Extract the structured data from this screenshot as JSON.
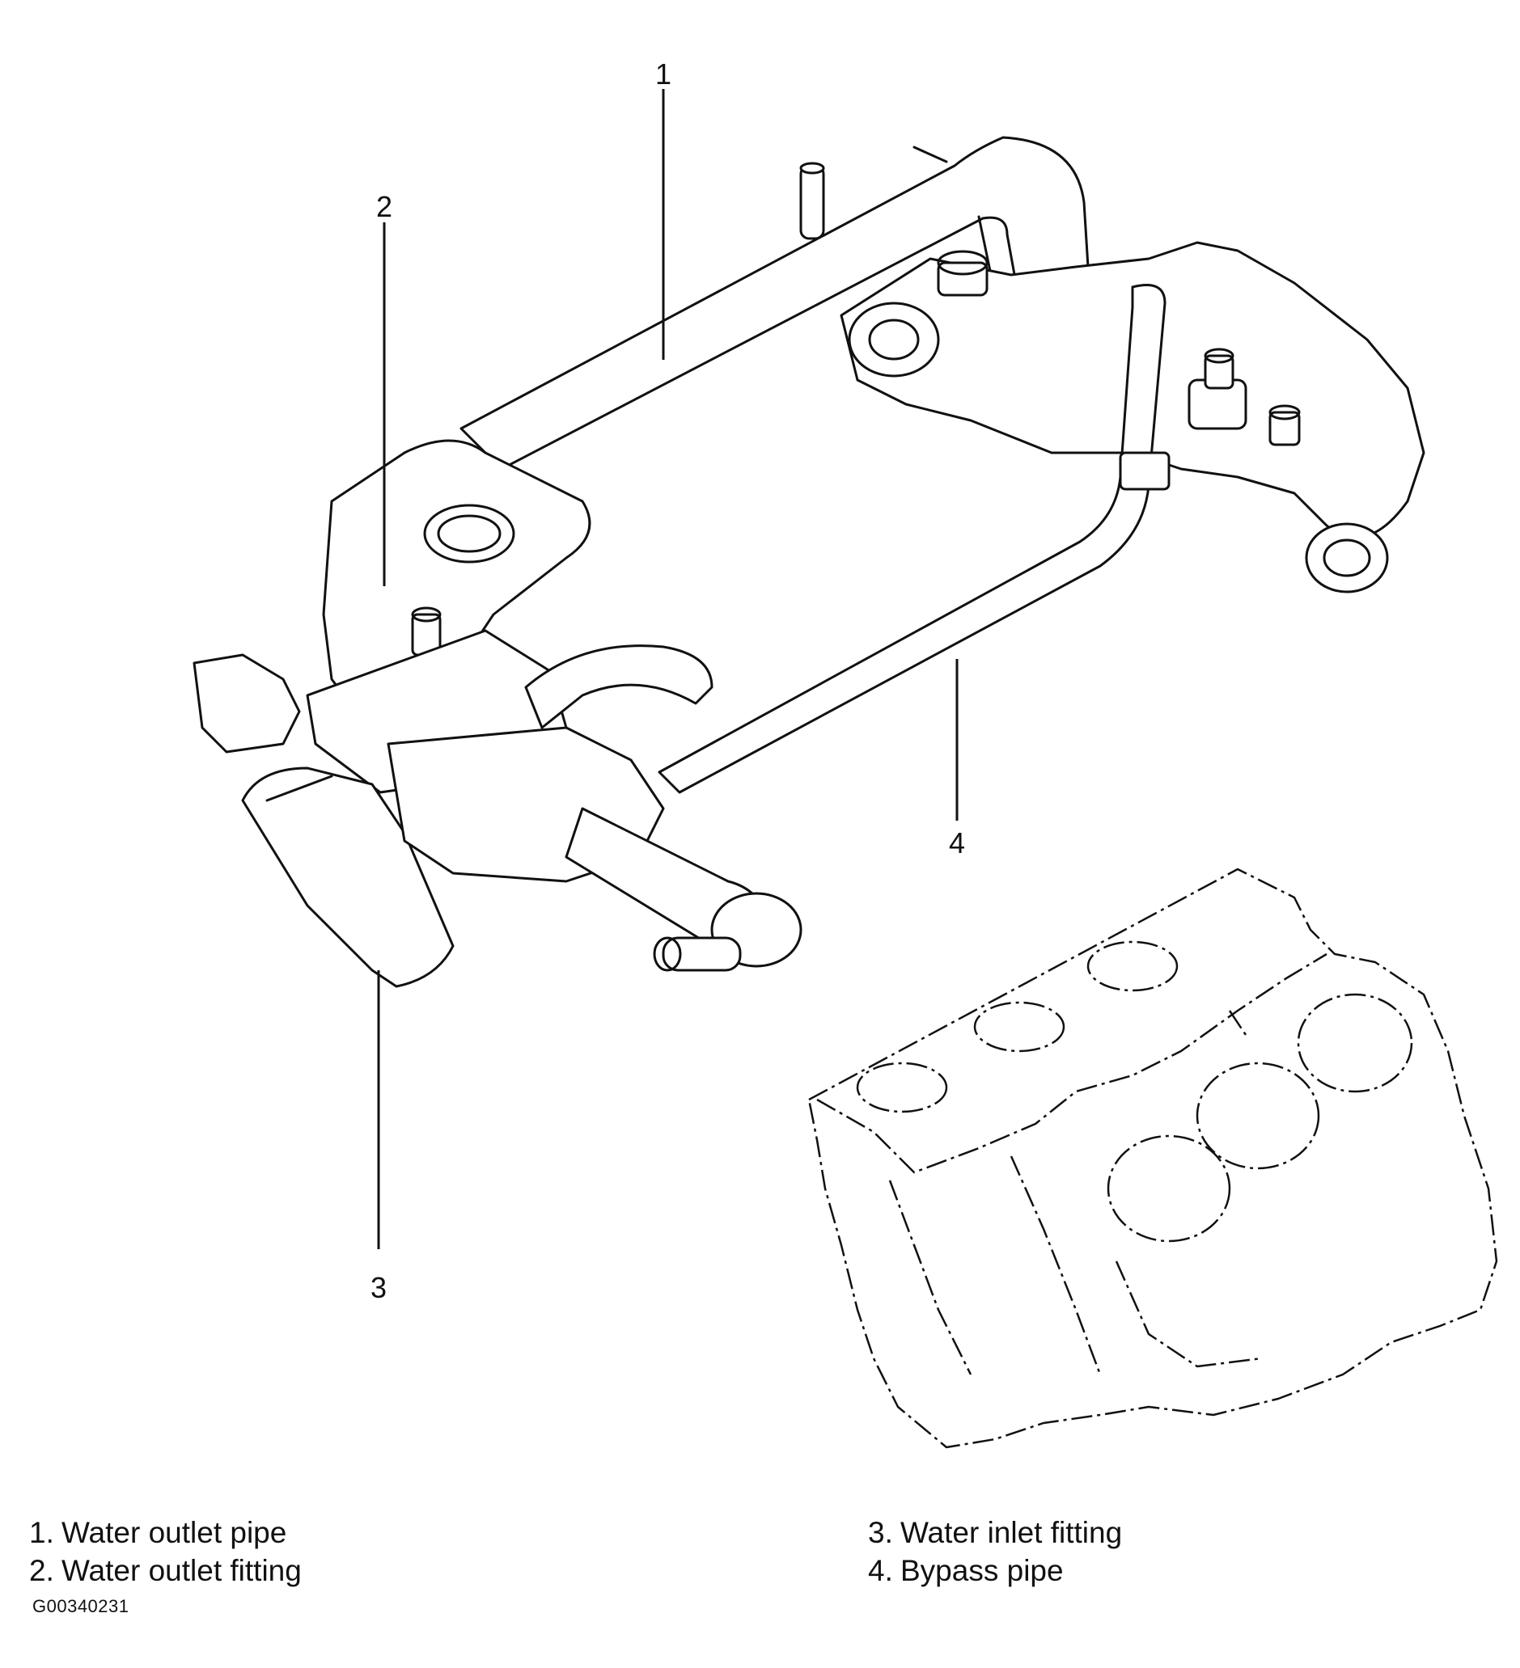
{
  "callouts": [
    "1",
    "2",
    "3",
    "4"
  ],
  "legend": {
    "left": [
      {
        "num": "1.",
        "text": "Water outlet pipe"
      },
      {
        "num": "2.",
        "text": "Water outlet fitting"
      }
    ],
    "right": [
      {
        "num": "3.",
        "text": "Water inlet fitting"
      },
      {
        "num": "4.",
        "text": "Bypass pipe"
      }
    ]
  },
  "figure_code": "G00340231"
}
